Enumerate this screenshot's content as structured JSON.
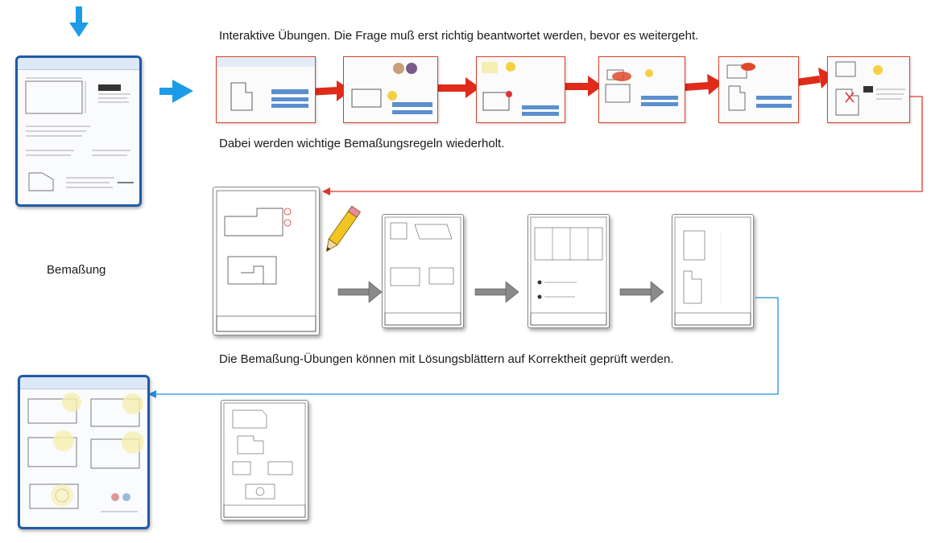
{
  "captions": {
    "interactive": "Interaktive Übungen. Die Frage muß erst richtig beantwortet werden, bevor es weitergeht.",
    "rules": "Dabei werden wichtige Bemaßungsregeln wiederholt.",
    "dimensioning": "Bemaßung",
    "solutions": "Die Bemaßung-Übungen können mit Lösungsblättern auf Korrektheit geprüft werden."
  },
  "colors": {
    "blue_arrow": "#1e9be8",
    "red_arrow": "#e02a1a",
    "tablet_border": "#1f5aa8",
    "connector_red": "#e0352a",
    "connector_blue": "#1e8fe0",
    "gray_arrow": "#8a8a8a"
  },
  "icons": [
    "down-arrow-icon",
    "right-arrow-icon",
    "pencil-icon"
  ]
}
